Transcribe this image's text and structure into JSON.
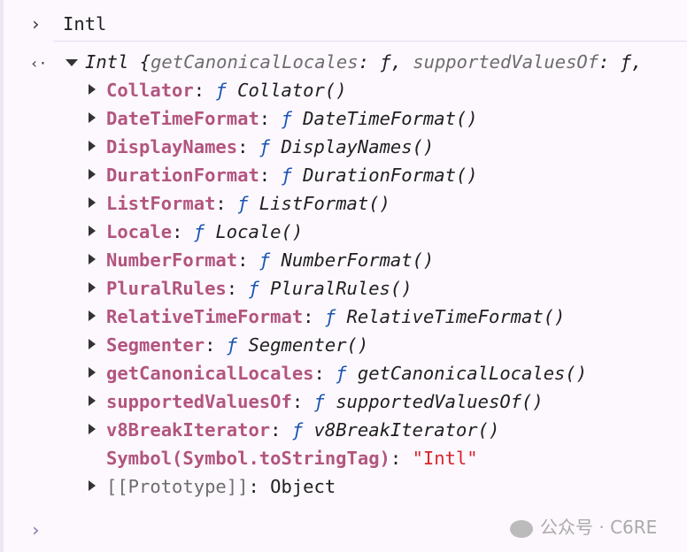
{
  "input": {
    "prompt_icon": "chevron-right-icon",
    "text": "Intl"
  },
  "result": {
    "return_icon": "return-arrow-icon",
    "summary": {
      "name": "Intl",
      "open": "{",
      "k1": "getCanonicalLocales",
      "v1": "ƒ",
      "k2": "supportedValuesOf",
      "v2": "ƒ",
      "tail": ","
    },
    "properties": [
      {
        "key": "Collator",
        "value": "Collator()"
      },
      {
        "key": "DateTimeFormat",
        "value": "DateTimeFormat()"
      },
      {
        "key": "DisplayNames",
        "value": "DisplayNames()"
      },
      {
        "key": "DurationFormat",
        "value": "DurationFormat()"
      },
      {
        "key": "ListFormat",
        "value": "ListFormat()"
      },
      {
        "key": "Locale",
        "value": "Locale()"
      },
      {
        "key": "NumberFormat",
        "value": "NumberFormat()"
      },
      {
        "key": "PluralRules",
        "value": "PluralRules()"
      },
      {
        "key": "RelativeTimeFormat",
        "value": "RelativeTimeFormat()"
      },
      {
        "key": "Segmenter",
        "value": "Segmenter()"
      },
      {
        "key": "getCanonicalLocales",
        "value": "getCanonicalLocales()"
      },
      {
        "key": "supportedValuesOf",
        "value": "supportedValuesOf()"
      },
      {
        "key": "v8BreakIterator",
        "value": "v8BreakIterator()"
      }
    ],
    "f_glyph": "ƒ",
    "symbol": {
      "key": "Symbol(Symbol.toStringTag)",
      "value": "\"Intl\""
    },
    "prototype": {
      "key": "[[Prototype]]",
      "value": "Object"
    }
  },
  "watermark": "公众号 · C6RE"
}
